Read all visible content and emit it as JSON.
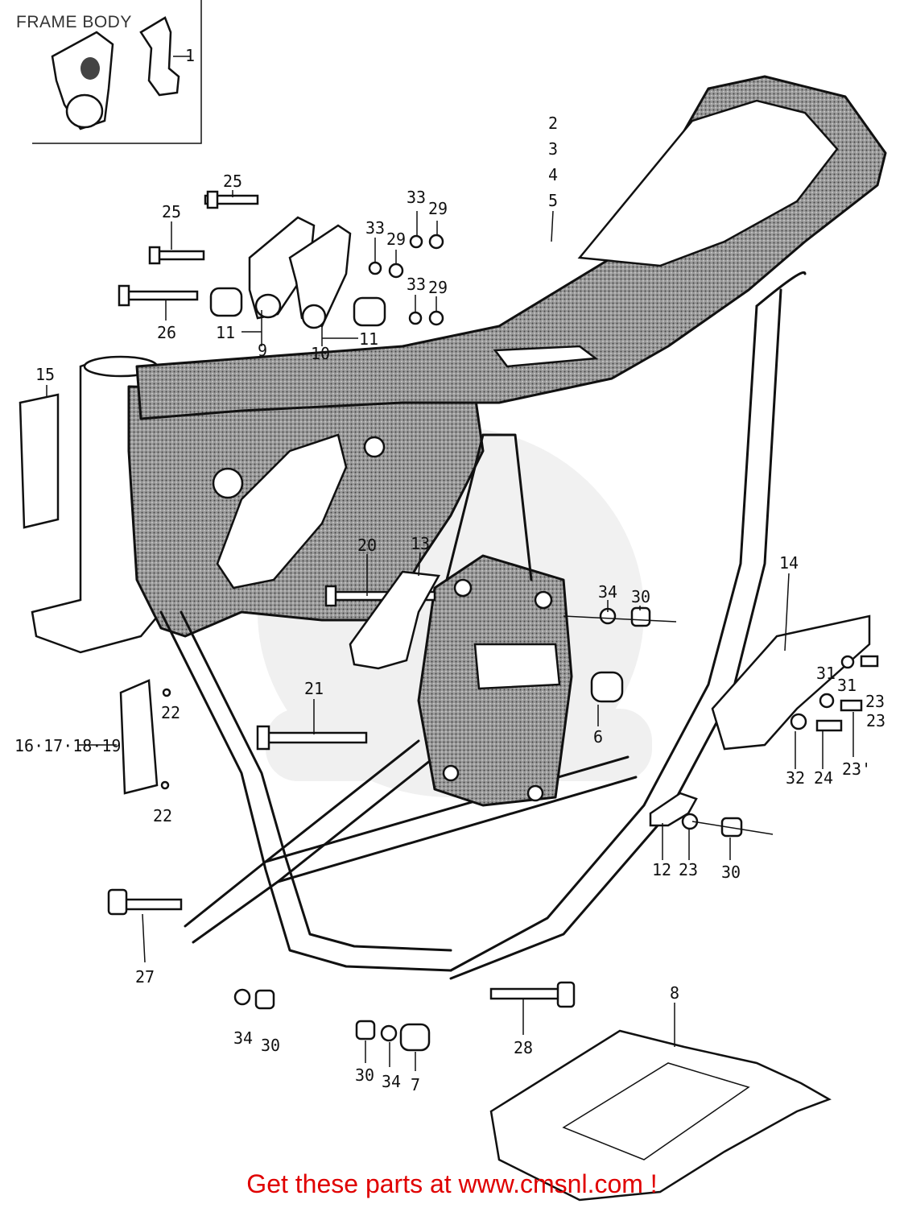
{
  "title": "FRAME BODY",
  "footer_link": "Get these parts at www.cmsnl.com !",
  "colors": {
    "link": "#e00000",
    "ink": "#111111"
  },
  "callouts": {
    "c1": "1",
    "c2": "2",
    "c3": "3",
    "c4": "4",
    "c5": "5",
    "c25a": "25",
    "c25b": "25",
    "c26": "26",
    "c33a": "33",
    "c29a": "29",
    "c33b": "33",
    "c29b": "29",
    "c33c": "33",
    "c29c": "29",
    "c11a": "11",
    "c9": "9",
    "c10": "10",
    "c11b": "11",
    "c15": "15",
    "c20": "20",
    "c13": "13",
    "c34a": "34",
    "c30a": "30",
    "c14": "14",
    "c6": "6",
    "c21": "21",
    "c22a": "22",
    "c22b": "22",
    "c16_19": "16·17·18·19",
    "c31a": "31",
    "c31b": "31",
    "c23a": "23",
    "c23b": "23",
    "c23c": "23'",
    "c32": "32",
    "c24": "24",
    "c12": "12",
    "c23d": "23",
    "c30b": "30",
    "c27": "27",
    "c8": "8",
    "c28": "28",
    "c34b": "34",
    "c30c": "30",
    "c30d": "30",
    "c34c": "34",
    "c7": "7"
  }
}
